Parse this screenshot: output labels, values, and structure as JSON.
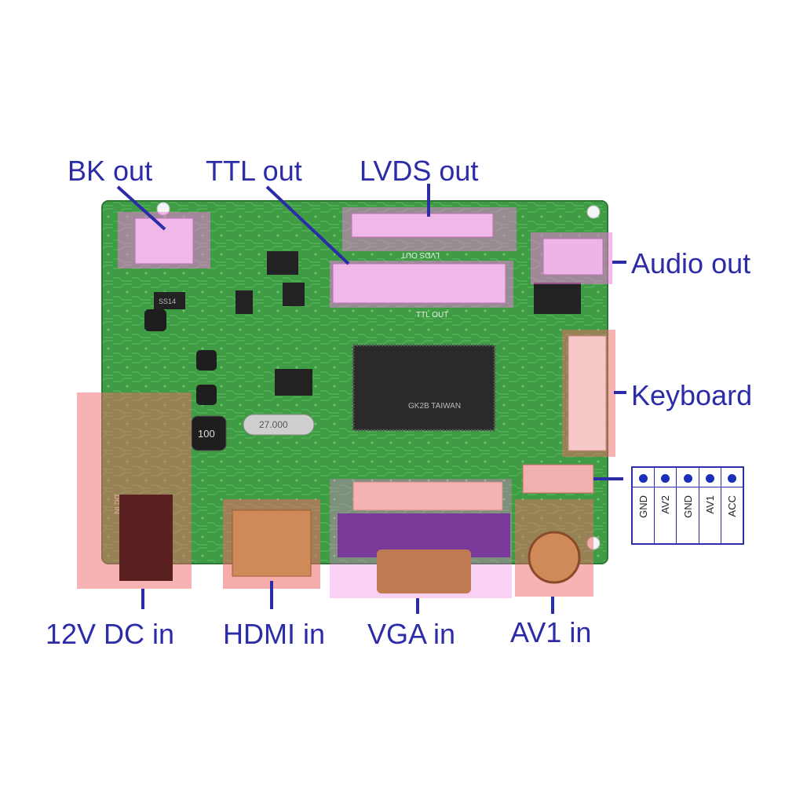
{
  "labels": {
    "bk_out": "BK out",
    "ttl_out": "TTL out",
    "lvds_out": "LVDS out",
    "audio_out": "Audio out",
    "keyboard": "Keyboard",
    "dc_in": "12V DC in",
    "hdmi_in": "HDMI in",
    "vga_in": "VGA in",
    "av1_in": "AV1 in"
  },
  "pinout": [
    "GND",
    "AV2",
    "GND",
    "AV1",
    "ACC"
  ],
  "board_silkscreen": {
    "lvds": "LVDS OUT",
    "ttl": "TTL OUT",
    "chip": "GK2B TAIWAN",
    "inductor": "100",
    "crystal": "27.000",
    "dc": "DC IN",
    "regulator": "SS14"
  },
  "colors": {
    "label": "#2c2ca8",
    "board": "#3f9c45",
    "highlight_pink": "#f07cdf",
    "highlight_red": "#f06868"
  }
}
